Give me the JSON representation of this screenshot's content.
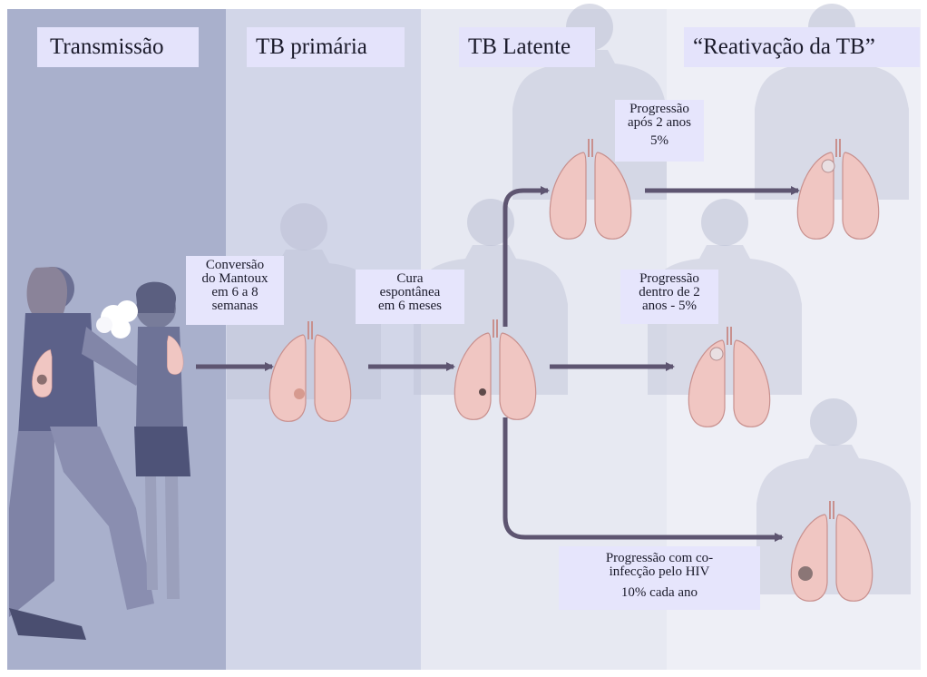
{
  "headers": {
    "transmission": "Transmissão",
    "primary": "TB primária",
    "latent": "TB Latente",
    "reactivation": "“Reativação da TB”"
  },
  "labels": {
    "conversion": [
      "Conversão",
      "do Mantoux",
      "em 6 a 8",
      "semanas"
    ],
    "cure": [
      "Cura",
      "espontânea",
      "em 6 meses"
    ],
    "after2": [
      "Progressão",
      "após 2 anos",
      "5%"
    ],
    "within2": [
      "Progressão",
      "dentro de 2",
      "anos - 5%"
    ],
    "hiv": [
      "Progressão com co-",
      "infecção pelo HIV",
      "10% cada ano"
    ]
  },
  "colors": {
    "arrow": "#5e5571",
    "lung": "#f0c6c2",
    "lung_edge": "#c8908e",
    "silhouette": "#bcc0d4"
  }
}
